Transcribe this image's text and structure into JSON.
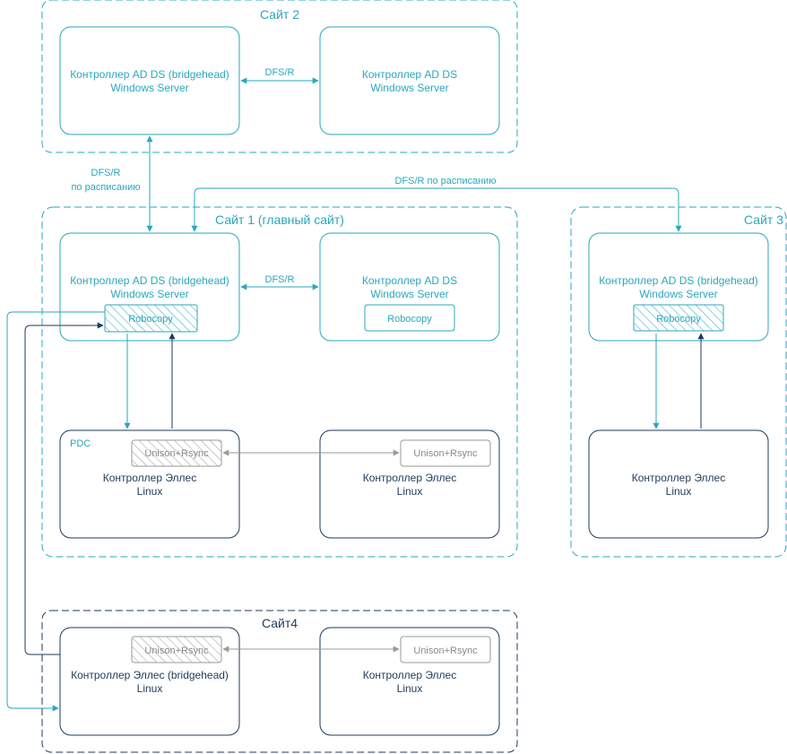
{
  "sites": {
    "site2": {
      "title": "Сайт 2"
    },
    "site1": {
      "title": "Сайт 1 (главный сайт)"
    },
    "site3": {
      "title": "Сайт 3"
    },
    "site4": {
      "title": "Сайт4"
    }
  },
  "nodes": {
    "s2_bridgehead": {
      "line1": "Контроллер AD DS (bridgehead)",
      "line2": "Windows Server"
    },
    "s2_dc": {
      "line1": "Контроллер AD DS",
      "line2": "Windows Server"
    },
    "s1_bridgehead": {
      "line1": "Контроллер AD DS (bridgehead)",
      "line2": "Windows Server",
      "tool": "Robocopy"
    },
    "s1_dc": {
      "line1": "Контроллер AD DS",
      "line2": "Windows Server",
      "tool": "Robocopy"
    },
    "s1_pdc": {
      "badge": "PDC",
      "line1": "Контроллер Эллес",
      "line2": "Linux",
      "tool": "Unison+Rsync"
    },
    "s1_elles": {
      "line1": "Контроллер Эллес",
      "line2": "Linux",
      "tool": "Unison+Rsync"
    },
    "s3_bridgehead": {
      "line1": "Контроллер AD DS (bridgehead)",
      "line2": "Windows Server",
      "tool": "Robocopy"
    },
    "s3_elles": {
      "line1": "Контроллер Эллес",
      "line2": "Linux"
    },
    "s4_bridgehead": {
      "line1": "Контроллер Эллес (bridgehead)",
      "line2": "Linux",
      "tool": "Unison+Rsync"
    },
    "s4_elles": {
      "line1": "Контроллер Эллес",
      "line2": "Linux",
      "tool": "Unison+Rsync"
    }
  },
  "links": {
    "s2_dfsr": "DFS/R",
    "s1_dfsr": "DFS/R",
    "s1_s2_line1": "DFS/R",
    "s1_s2_line2": "по расписанию",
    "s1_s3": "DFS/R по расписанию"
  },
  "colors": {
    "teal": "#2aa7bd",
    "navy": "#1f3a5a",
    "grey": "#9a9a9a"
  }
}
